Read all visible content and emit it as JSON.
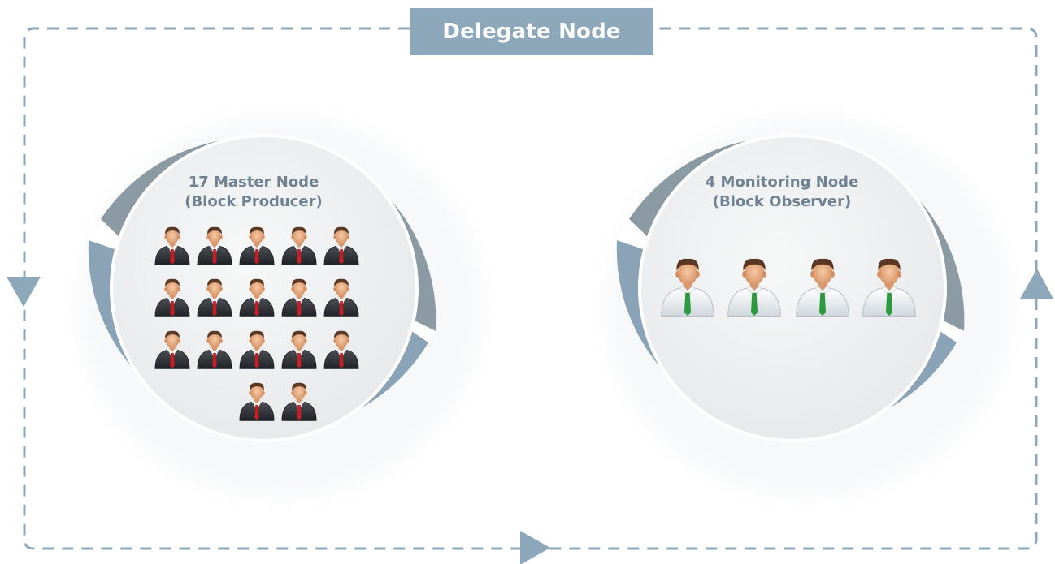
{
  "title": "Delegate Node",
  "groups": [
    {
      "line1": "17 Master Node",
      "line2": "(Block Producer)",
      "count": 17,
      "tie_color": "#c21f26",
      "suit": "dark"
    },
    {
      "line1": "4 Monitoring Node",
      "line2": "(Block Observer)",
      "count": 4,
      "tie_color": "#2e9a3e",
      "suit": "white-shirt"
    }
  ],
  "colors": {
    "dash": "#8ea8bb",
    "ring_light": "#8fa6b8",
    "ring_dark": "#6f7c86",
    "circle_fill": "#f1f2f3"
  }
}
